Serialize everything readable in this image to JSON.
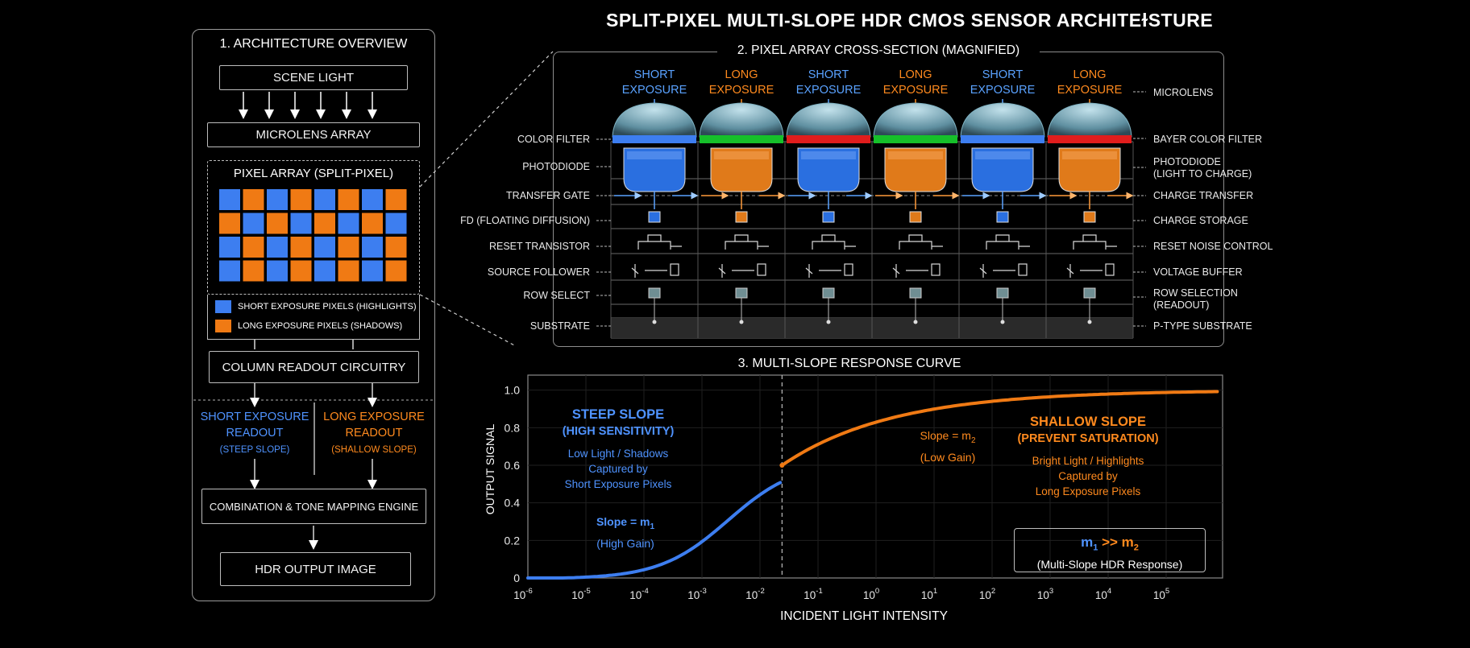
{
  "title": "SPLIT-PIXEL MULTI-SLOPE HDR CMOS SENSOR ARCHITEɫSTURE",
  "colors": {
    "blue": "#3d7ef0",
    "orange": "#f07a14",
    "green": "#16c02a",
    "red": "#e01d1d",
    "bg": "#000000"
  },
  "overview": {
    "heading": "1. ARCHITECTURE OVERVIEW",
    "scene_light": "SCENE LIGHT",
    "microlens_array": "MICROLENS ARRAY",
    "pixel_array": "PIXEL ARRAY (SPLIT-PIXEL)",
    "pixel_grid": [
      [
        "blue",
        "orange",
        "blue",
        "orange",
        "blue",
        "orange",
        "blue",
        "orange"
      ],
      [
        "orange",
        "blue",
        "orange",
        "blue",
        "orange",
        "blue",
        "orange",
        "blue"
      ],
      [
        "blue",
        "orange",
        "blue",
        "orange",
        "blue",
        "orange",
        "blue",
        "orange"
      ],
      [
        "blue",
        "orange",
        "blue",
        "orange",
        "blue",
        "orange",
        "blue",
        "orange"
      ]
    ],
    "legend_short": "SHORT EXPOSURE PIXELS (HIGHLIGHTS)",
    "legend_long": "LONG EXPOSURE PIXELS (SHADOWS)",
    "column_readout": "COLUMN READOUT CIRCUITRY",
    "short_readout": [
      "SHORT EXPOSURE",
      "READOUT",
      "(STEEP SLOPE)"
    ],
    "long_readout": [
      "LONG EXPOSURE",
      "READOUT",
      "(SHALLOW SLOPE)"
    ],
    "combination": "COMBINATION & TONE MAPPING ENGINE",
    "hdr_output": "HDR OUTPUT IMAGE"
  },
  "cross_section": {
    "heading": "2. PIXEL ARRAY CROSS-SECTION (MAGNIFIED)",
    "columns": [
      {
        "label": [
          "SHORT",
          "EXPOSURE"
        ],
        "kind": "short",
        "filter": "blue"
      },
      {
        "label": [
          "LONG",
          "EXPOSURE"
        ],
        "kind": "long",
        "filter": "green"
      },
      {
        "label": [
          "SHORT",
          "EXPOSURE"
        ],
        "kind": "short",
        "filter": "red"
      },
      {
        "label": [
          "LONG",
          "EXPOSURE"
        ],
        "kind": "long",
        "filter": "green"
      },
      {
        "label": [
          "SHORT",
          "EXPOSURE"
        ],
        "kind": "short",
        "filter": "blue"
      },
      {
        "label": [
          "LONG",
          "EXPOSURE"
        ],
        "kind": "long",
        "filter": "red"
      }
    ],
    "left_labels": [
      "COLOR FILTER",
      "PHOTODIODE",
      "TRANSFER GATE",
      "FD (FLOATING DIFFUSION)",
      "RESET TRANSISTOR",
      "SOURCE FOLLOWER",
      "ROW SELECT",
      "SUBSTRATE"
    ],
    "right_labels": [
      [
        "MICROLENS"
      ],
      [
        "BAYER COLOR FILTER"
      ],
      [
        "PHOTODIODE",
        "(LIGHT TO CHARGE)"
      ],
      [
        "CHARGE TRANSFER"
      ],
      [
        "CHARGE STORAGE"
      ],
      [
        "RESET NOISE CONTROL"
      ],
      [
        "VOLTAGE BUFFER"
      ],
      [
        "ROW SELECTION",
        "(READOUT)"
      ],
      [
        "P-TYPE SUBSTRATE"
      ]
    ]
  },
  "response": {
    "heading": "3. MULTI-SLOPE RESPONSE CURVE",
    "ylabel": "OUTPUT SIGNAL",
    "xlabel": "INCIDENT LIGHT INTENSITY",
    "y_ticks": [
      "0",
      "0.2",
      "0.4",
      "0.6",
      "0.8",
      "1.0"
    ],
    "x_ticks": [
      "-6",
      "-5",
      "-4",
      "-3",
      "-2",
      "-1",
      "0",
      "1",
      "2",
      "3",
      "4",
      "5"
    ],
    "x_tick_base": "10",
    "steep_title": [
      "STEEP SLOPE",
      "(HIGH SENSITIVITY)"
    ],
    "steep_desc": [
      "Low Light / Shadows",
      "Captured by",
      "Short Exposure Pixels"
    ],
    "slope_m1": [
      "Slope = m",
      "1",
      "(High Gain)"
    ],
    "slope_m2": [
      "Slope = m",
      "2",
      "(Low Gain)"
    ],
    "shallow_title": [
      "SHALLOW SLOPE",
      "(PREVENT SATURATION)"
    ],
    "shallow_desc": [
      "Bright Light / Highlights",
      "Captured by",
      "Long Exposure Pixels"
    ],
    "summary": [
      "m",
      "1",
      ">>",
      "m",
      "2",
      "(Multi-Slope HDR Response)"
    ]
  }
}
